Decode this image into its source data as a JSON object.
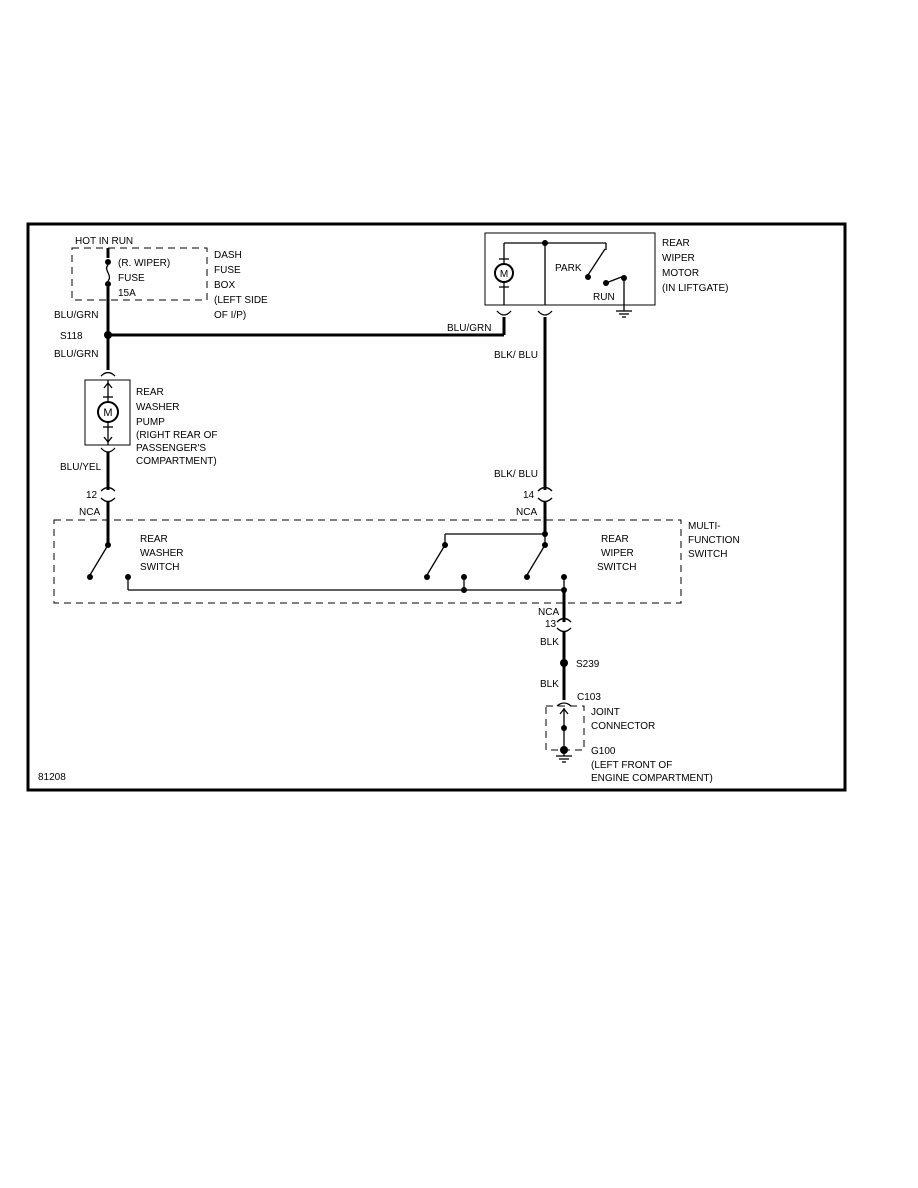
{
  "diagram": {
    "id": "81208",
    "fuse_box": {
      "hot_label": "HOT IN RUN",
      "fuse_line1": "(R. WIPER)",
      "fuse_line2": "FUSE",
      "fuse_line3": "15A",
      "box_lines": [
        "DASH",
        "FUSE",
        "BOX",
        "(LEFT SIDE",
        "OF I/P)"
      ]
    },
    "wires": {
      "blu_grn": "BLU/GRN",
      "blk_blu": "BLK/ BLU",
      "blu_yel": "BLU/YEL",
      "blk": "BLK",
      "nca": "NCA"
    },
    "splices": {
      "s118": "S118",
      "s239": "S239"
    },
    "connectors": {
      "c12": "12",
      "c14": "14",
      "c13": "13",
      "c103": "C103"
    },
    "wiper_motor": {
      "park": "PARK",
      "run": "RUN",
      "motor_symbol": "M",
      "lines": [
        "REAR",
        "WIPER",
        "MOTOR",
        "(IN LIFTGATE)"
      ]
    },
    "washer_pump": {
      "motor_symbol": "M",
      "lines": [
        "REAR",
        "WASHER",
        "PUMP",
        "(RIGHT REAR OF",
        "PASSENGER'S",
        "COMPARTMENT)"
      ]
    },
    "multi_switch": {
      "label_lines": [
        "MULTI-",
        "FUNCTION",
        "SWITCH"
      ],
      "washer_switch_lines": [
        "REAR",
        "WASHER",
        "SWITCH"
      ],
      "wiper_switch_lines": [
        "REAR",
        "WIPER",
        "SWITCH"
      ]
    },
    "joint_connector": {
      "lines": [
        "JOINT",
        "CONNECTOR"
      ]
    },
    "ground": {
      "lines": [
        "G100",
        "(LEFT FRONT OF",
        "ENGINE COMPARTMENT)"
      ]
    }
  }
}
